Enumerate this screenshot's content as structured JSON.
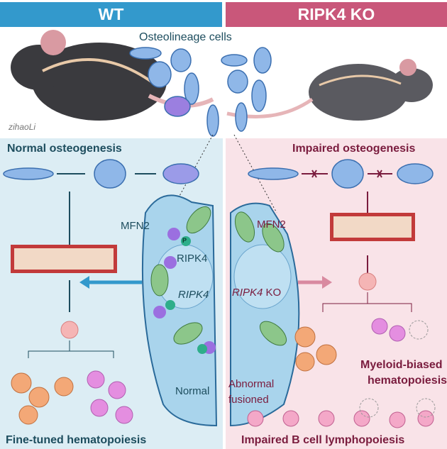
{
  "header": {
    "wt": "WT",
    "ko": "RIPK4 KO"
  },
  "top": {
    "cells_label": "Osteolineage cells",
    "signature": "zihaoLi"
  },
  "left": {
    "osteogenesis": "Normal osteogenesis",
    "mfn2": "MFN2",
    "ripk4_protein": "RIPK4",
    "ripk4_gene": "RIPK4",
    "phospho": "P",
    "normal": "Normal",
    "hematopoiesis": "Fine-tuned hematopoiesis"
  },
  "right": {
    "osteogenesis": "Impaired osteogenesis",
    "mfn2": "MFN2",
    "ripk4_gene": "RIPK4",
    "ko": "KO",
    "abnormal": "Abnormal",
    "fusioned": "fusioned",
    "myeloid1": "Myeloid-biased",
    "myeloid2": "hematopoiesis",
    "lymphopoiesis": "Impaired B cell lymphopoiesis"
  },
  "colors": {
    "wt": "#3399cc",
    "ko": "#c9577a",
    "wt_bg": "#dcedf4",
    "ko_bg": "#f9e3e8",
    "teal": "#1d4d5e",
    "maroon": "#7a1c3e"
  }
}
